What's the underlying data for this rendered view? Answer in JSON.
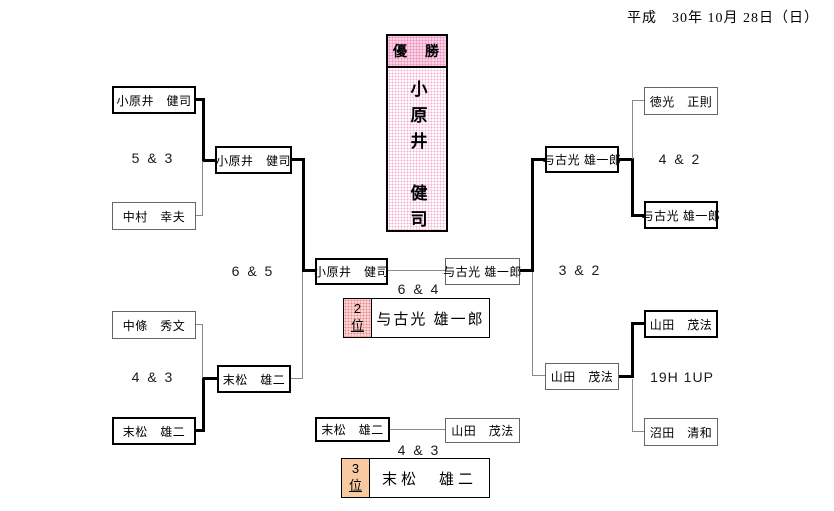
{
  "date": "平成　30年 10月 28日（日）",
  "champion": {
    "header": "優　勝",
    "name": "小原井　健司"
  },
  "players": {
    "l_top_a": "小原井　健司",
    "l_top_b": "中村　幸夫",
    "l_bot_a": "中條　秀文",
    "l_bot_b": "末松　雄二",
    "r_top_a": "徳光　正則",
    "r_top_b": "与古光 雄一郎",
    "r_bot_a": "山田　茂法",
    "r_bot_b": "沼田　清和"
  },
  "advancers": {
    "l_sf_top": "小原井　健司",
    "l_sf_bottom": "末松　雄二",
    "r_sf_top": "与古光 雄一郎",
    "r_sf_bottom": "山田　茂法",
    "final_left": "小原井　健司",
    "final_right": "与古光 雄一郎",
    "third_left": "末松　雄二",
    "third_right": "山田　茂法"
  },
  "scores": {
    "l_qf_top": "5 & 3",
    "l_qf_bottom": "4 & 3",
    "l_sf": "6 & 5",
    "r_qf_top": "4 & 2",
    "r_qf_bottom": "19H 1UP",
    "r_sf": "3 & 2",
    "final": "6 & 4",
    "third": "4 & 3"
  },
  "standings": {
    "second": {
      "rank_digit": "2",
      "rank_suffix": "位",
      "name": "与古光 雄一郎"
    },
    "third": {
      "rank_digit": "3",
      "rank_suffix": "位",
      "name": "末松　雄二"
    }
  },
  "colors": {
    "winner_line": "#000000",
    "loser_line": "#8a8a8a",
    "champion_pink": "#fbd3e6",
    "second_badge_pink": "#fcd6d6",
    "third_badge_peach": "#f9c9a1"
  }
}
